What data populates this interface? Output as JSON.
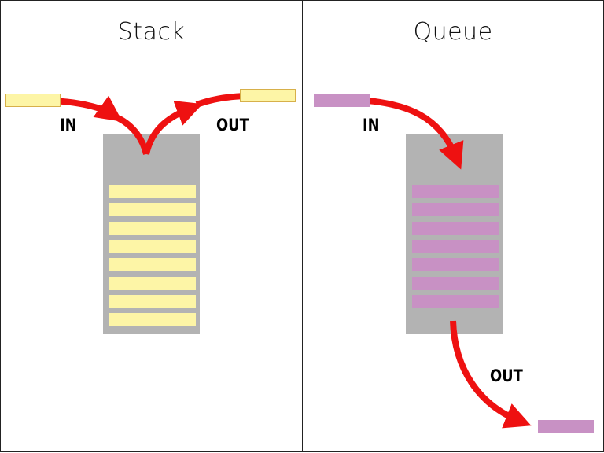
{
  "stack": {
    "title": "Stack",
    "in_label": "IN",
    "out_label": "OUT",
    "slot_count": 8,
    "color": "#fdf5a6",
    "token_border": "#d7b04a"
  },
  "queue": {
    "title": "Queue",
    "in_label": "IN",
    "out_label": "OUT",
    "slot_count": 7,
    "color": "#c891c4"
  },
  "arrow_color": "#ee1111",
  "container_color": "#b3b3b3"
}
